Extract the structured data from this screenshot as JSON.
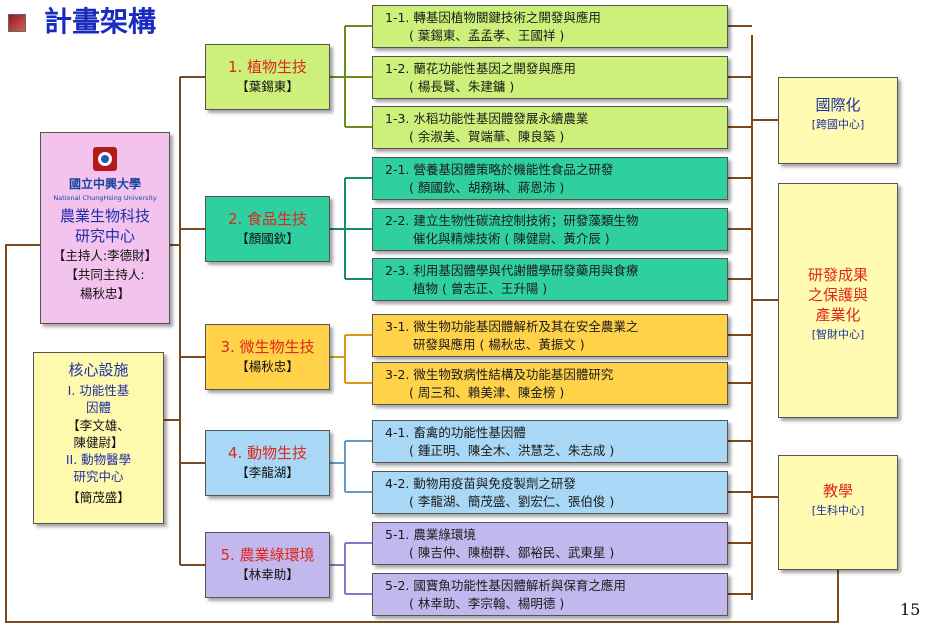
{
  "title": "計畫架構",
  "page_number": "15",
  "center": {
    "logo_name": "國立中興大學",
    "logo_english": "National ChungHsing University",
    "name_line1": "農業生物科技",
    "name_line2": "研究中心",
    "pi_line": "【主持人:李德財】",
    "copi_line1": "【共同主持人:",
    "copi_line2": "楊秋忠】"
  },
  "core": {
    "title": "核心設施",
    "item1_line1": "I. 功能性基",
    "item1_line2": "因體",
    "item1_people1": "【李文雄、",
    "item1_people2": "陳健尉】",
    "item2_line1": "II. 動物醫學",
    "item2_line2": "研究中心",
    "item2_people": "【簡茂盛】"
  },
  "categories": [
    {
      "num": "1.",
      "name": "植物生技",
      "pi": "【葉錫東】",
      "color": "#ccf07a"
    },
    {
      "num": "2.",
      "name": "食品生技",
      "pi": "【顏國欽】",
      "color": "#2fcfa0"
    },
    {
      "num": "3.",
      "name": "微生物生技",
      "pi": "【楊秋忠】",
      "color": "#ffd24a"
    },
    {
      "num": "4.",
      "name": "動物生技",
      "pi": "【李龍湖】",
      "color": "#a9d8f7"
    },
    {
      "num": "5.",
      "name": "農業綠環境",
      "pi": "【林幸助】",
      "color": "#c3b8ee"
    }
  ],
  "projects": [
    {
      "line1": "1-1. 轉基因植物關鍵技術之開發與應用",
      "line2": "( 葉錫東、孟孟孝、王國祥 )"
    },
    {
      "line1": "1-2. 蘭花功能性基因之開發與應用",
      "line2": "( 楊長賢、朱建鏞 )"
    },
    {
      "line1": "1-3. 水稻功能性基因體發展永續農業",
      "line2": "( 余淑美、賀端華、陳良築 )"
    },
    {
      "line1": "2-1. 營養基因體策略於機能性食品之研發",
      "line2": "( 顏國欽、胡務琳、蔣恩沛 )"
    },
    {
      "line1": "2-2. 建立生物性碳流控制技術；研發藻類生物",
      "line2": "催化與精煉技術 ( 陳健尉、黃介辰 )"
    },
    {
      "line1": "2-3. 利用基因體學與代謝體學研發藥用與食療",
      "line2": "植物 ( 曾志正、王升陽 )"
    },
    {
      "line1": "3-1. 微生物功能基因體解析及其在安全農業之",
      "line2": "研發與應用 ( 楊秋忠、黃振文 )"
    },
    {
      "line1": "3-2. 微生物致病性結構及功能基因體研究",
      "line2": "( 周三和、賴美津、陳金榜 )"
    },
    {
      "line1": "4-1. 畜禽的功能性基因體",
      "line2": "( 鍾正明、陳全木、洪慧芝、朱志成 )"
    },
    {
      "line1": "4-2. 動物用疫苗與免疫製劑之研發",
      "line2": "( 李龍湖、簡茂盛、劉宏仁、張伯俊 )"
    },
    {
      "line1": "5-1. 農業綠環境",
      "line2": "( 陳吉仲、陳樹群、鄒裕民、武東星 )"
    },
    {
      "line1": "5-2. 國寶魚功能性基因體解析與保育之應用",
      "line2": "( 林幸助、李宗翰、楊明德 )"
    }
  ],
  "outcomes": [
    {
      "title": "國際化",
      "sub": "[跨國中心]"
    },
    {
      "title_line1": "研發成果",
      "title_line2": "之保護與",
      "title_line3": "產業化",
      "sub": "[智財中心]"
    },
    {
      "title": "教學",
      "sub": "[生科中心]"
    }
  ],
  "colors": {
    "connector": "#7a4a1e",
    "title": "#1a2bbf",
    "cat_name": "#e0261d",
    "outcome_fill": "#fffbb0",
    "center_fill": "#f3c3ee",
    "core_fill": "#fff9ae"
  }
}
